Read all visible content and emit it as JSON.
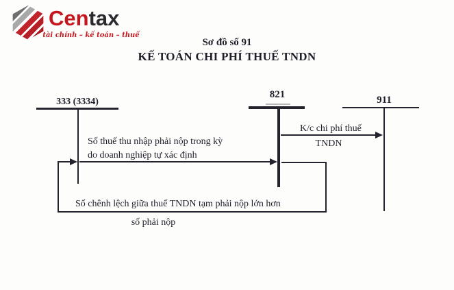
{
  "logo": {
    "brand_red": "Cen",
    "brand_dark": "tax",
    "tagline": "tài chính – kế toán – thuế",
    "colors": {
      "red": "#c4161c",
      "dark": "#2b2a2e"
    }
  },
  "title": {
    "line1": "Sơ đồ số 91",
    "line2": "KẾ TOÁN CHI PHÍ THUẾ TNDN"
  },
  "diagram": {
    "ink_color": "#23232e",
    "accounts": [
      {
        "id": "333",
        "label": "333 (3334)"
      },
      {
        "id": "821",
        "label": "821"
      },
      {
        "id": "911",
        "label": "911"
      }
    ],
    "flows": [
      {
        "id": "accrual",
        "from": "333 (3334)",
        "to": "821",
        "label_line1": "Số thuế thu nhập phải nộp trong kỳ",
        "label_line2": "do doanh nghiệp tự xác định"
      },
      {
        "id": "transfer",
        "from": "821",
        "to": "911",
        "label_line1": "K/c chi phí thuế",
        "label_line2": "TNDN"
      },
      {
        "id": "adjustment",
        "from": "821",
        "to": "333 (3334)",
        "label_line1": "Số chênh lệch giữa thuế TNDN tạm phải nộp lớn hơn",
        "label_line2": "số phải nộp"
      }
    ]
  }
}
